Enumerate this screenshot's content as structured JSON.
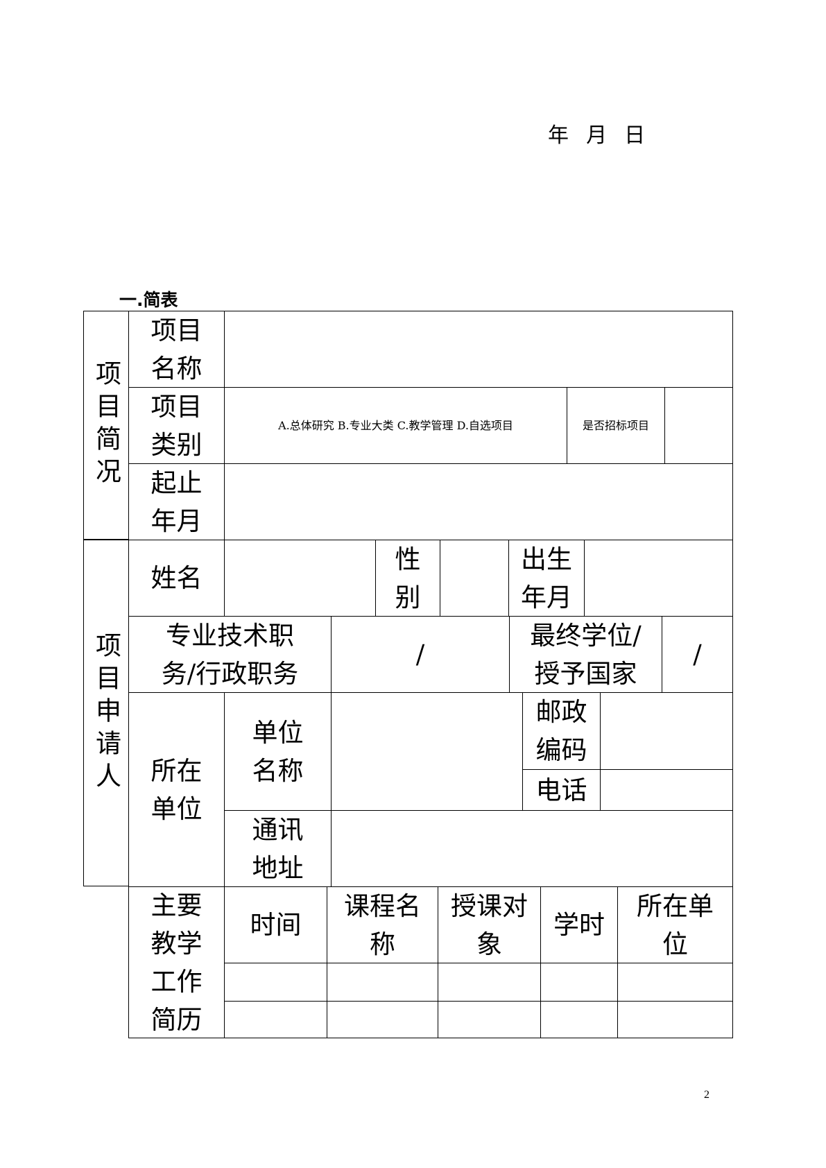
{
  "header": {
    "date_line": "年  月  日"
  },
  "section_title": "一.简表",
  "form": {
    "project_overview": {
      "group_label": "项目简况",
      "name_label": "项目名称",
      "category_label": "项目类别",
      "category_options": "A.总体研究 B.专业大类 C.教学管理 D.自选项目",
      "tender_label": "是否招标项目",
      "period_label": "起止年月"
    },
    "applicant": {
      "group_label": "项目申请人",
      "name_label": "姓名",
      "gender_label": "性别",
      "birth_label": "出生年月",
      "title_label": "专业技术职务/行政职务",
      "title_value": "/",
      "degree_label": "最终学位/授予国家",
      "degree_value": "/",
      "affiliation_label": "所在单位",
      "unit_name_label": "单位名称",
      "postcode_label": "邮政编码",
      "phone_label": "电话",
      "address_label": "通讯地址",
      "teaching": {
        "label": "主要教学工作简历",
        "columns": [
          "时间",
          "课程名称",
          "授课对象",
          "学时",
          "所在单位"
        ]
      }
    }
  },
  "footer": {
    "page_number": "2"
  }
}
